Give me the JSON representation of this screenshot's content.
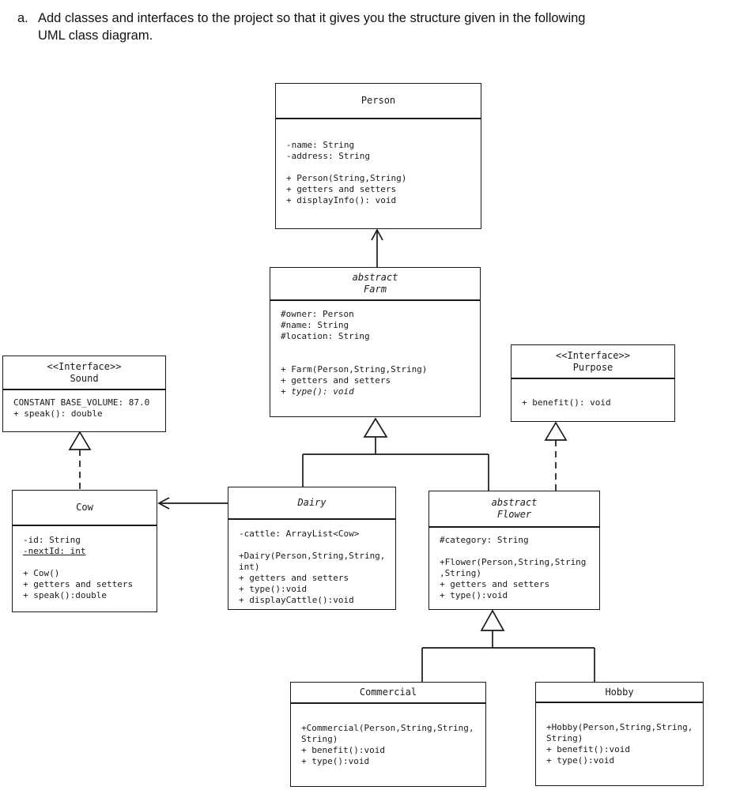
{
  "heading": {
    "marker": "a.",
    "line1": "Add classes and interfaces to the project so that it gives you the structure given in the following",
    "line2": "UML class diagram."
  },
  "classes": {
    "person": {
      "name": "Person",
      "members": [
        "-name: String",
        "-address: String",
        "",
        "+ Person(String,String)",
        "+ getters and setters",
        "+ displayInfo(): void"
      ]
    },
    "farm": {
      "stereotype": "abstract",
      "name": "Farm",
      "members": [
        "#owner: Person",
        "#name: String",
        "#location: String",
        "",
        "",
        "+ Farm(Person,String,String)",
        "+ getters and setters",
        "+ type(): void"
      ]
    },
    "sound": {
      "stereotype": "<<Interface>>",
      "name": "Sound",
      "members": [
        "CONSTANT BASE_VOLUME: 87.0",
        "+ speak(): double"
      ]
    },
    "purpose": {
      "stereotype": "<<Interface>>",
      "name": "Purpose",
      "members": [
        "+ benefit(): void"
      ]
    },
    "cow": {
      "name": "Cow",
      "members": [
        "-id: String",
        "-nextId: int",
        "",
        "+ Cow()",
        "+ getters and setters",
        "+ speak():double"
      ]
    },
    "dairy": {
      "name": "Dairy",
      "members": [
        "-cattle: ArrayList<Cow>",
        "",
        "+Dairy(Person,String,String,",
        "int)",
        "+ getters and setters",
        "+ type():void",
        "+ displayCattle():void"
      ]
    },
    "flower": {
      "stereotype": "abstract",
      "name": "Flower",
      "members": [
        "#category: String",
        "",
        "+Flower(Person,String,String",
        ",String)",
        "+ getters and setters",
        "+ type():void"
      ]
    },
    "commercial": {
      "name": "Commercial",
      "members": [
        "+Commercial(Person,String,String,",
        "String)",
        "+ benefit():void",
        "+ type():void"
      ]
    },
    "hobby": {
      "name": "Hobby",
      "members": [
        "+Hobby(Person,String,String,",
        "String)",
        "+ benefit():void",
        "+ type():void"
      ]
    }
  },
  "relationships": [
    {
      "from": "Farm",
      "to": "Person",
      "type": "generalization-open-arrow"
    },
    {
      "from": "Dairy",
      "to": "Farm",
      "type": "generalization"
    },
    {
      "from": "Flower",
      "to": "Farm",
      "type": "generalization"
    },
    {
      "from": "Cow",
      "to": "Sound",
      "type": "realization-dashed"
    },
    {
      "from": "Flower",
      "to": "Purpose",
      "type": "realization-dashed"
    },
    {
      "from": "Dairy",
      "to": "Cow",
      "type": "association-open-arrow"
    },
    {
      "from": "Commercial",
      "to": "Flower",
      "type": "generalization"
    },
    {
      "from": "Hobby",
      "to": "Flower",
      "type": "generalization"
    }
  ]
}
